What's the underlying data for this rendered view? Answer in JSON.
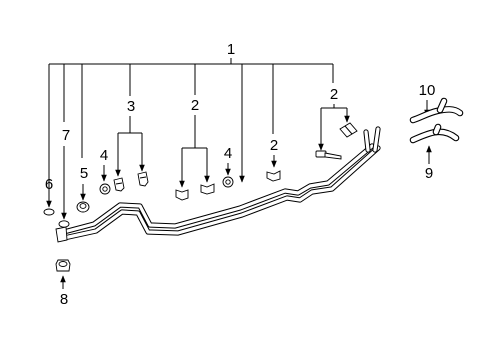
{
  "callouts": {
    "c1": "1",
    "c2a": "2",
    "c2b": "2",
    "c2c": "2",
    "c3": "3",
    "c4a": "4",
    "c4b": "4",
    "c5": "5",
    "c6": "6",
    "c7": "7",
    "c8": "8",
    "c9": "9",
    "c10": "10"
  },
  "colors": {
    "line": "#000000",
    "background": "#ffffff"
  }
}
